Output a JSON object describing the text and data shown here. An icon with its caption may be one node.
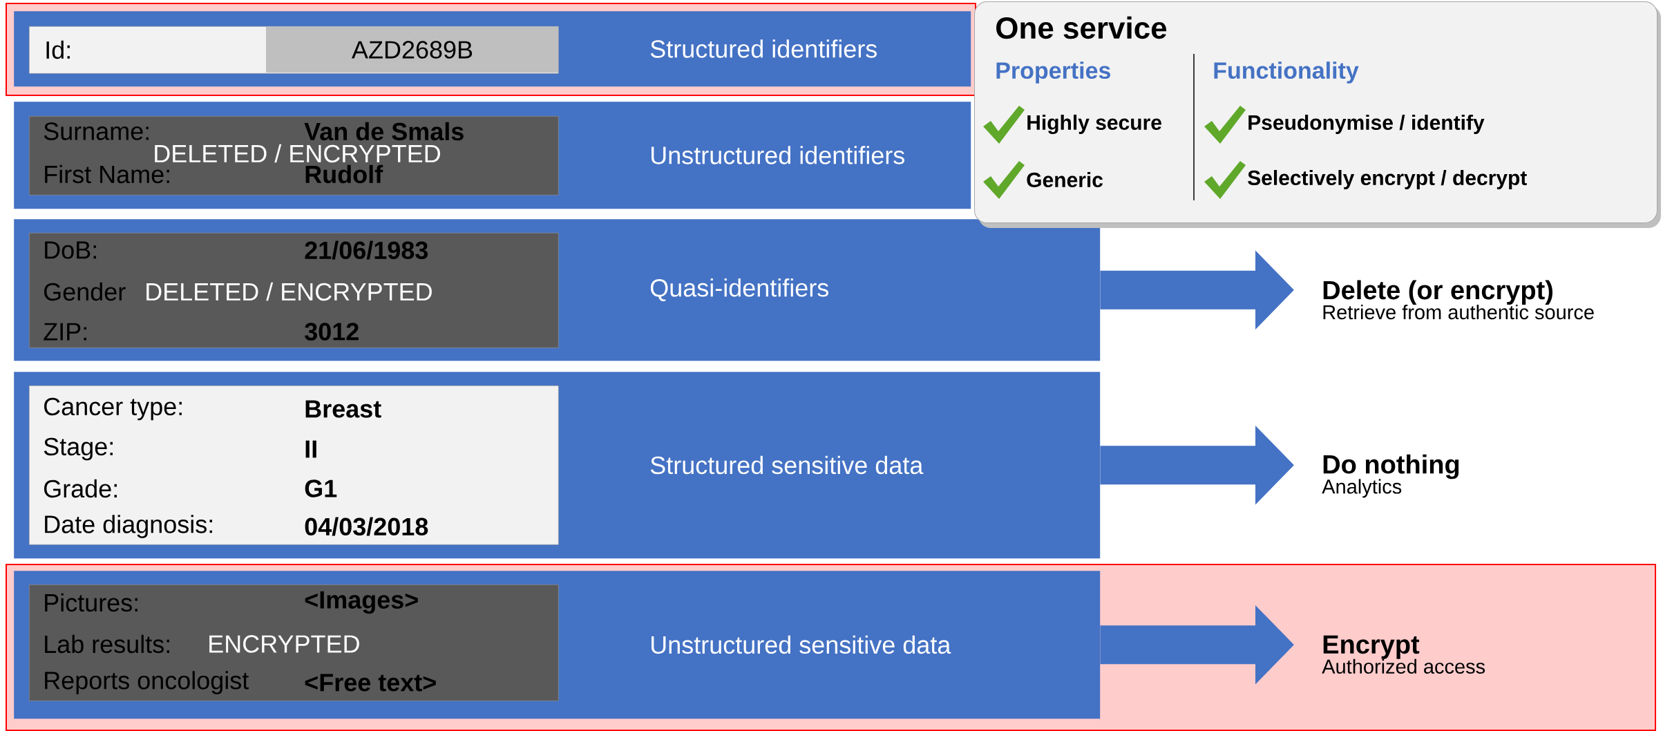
{
  "diagram": {
    "nodes": [
      {
        "text": [
          "Structured identifiers"
        ]
      },
      {
        "text": [
          "Id:",
          "AZD2689B"
        ],
        "in": 0
      },
      {
        "text": [
          "Unstructured identifiers"
        ]
      },
      {
        "text": [
          "Surname:",
          "Van de Smals",
          "DELETED / ENCRYPTED",
          "First Name:",
          "Rudolf"
        ],
        "in": 2
      },
      {
        "text": [
          "Quasi-identifiers"
        ]
      },
      {
        "text": [
          "DoB:",
          "21/06/1983",
          "Gender",
          "DELETED / ENCRYPTED",
          "ZIP:",
          "3012"
        ],
        "in": 4
      },
      {
        "text": [
          "Structured sensitive data"
        ]
      },
      {
        "text": [
          "Cancer type:",
          "Breast",
          "Stage:",
          "II",
          "Grade:",
          "G1",
          "Date diagnosis:",
          "04/03/2018"
        ],
        "in": 6
      },
      {
        "text": [
          "Unstructured sensitive data"
        ]
      },
      {
        "text": [
          "Pictures:",
          "<Images>",
          "Lab results:",
          "ENCRYPTED",
          "Reports oncologist",
          "<Free text>"
        ],
        "in": 8
      },
      {
        "text": [
          "Delete (or encrypt)",
          "Retrieve from authentic source"
        ]
      },
      {
        "text": [
          "Do nothing",
          "Analytics"
        ]
      },
      {
        "text": [
          "Encrypt",
          "Authorized access"
        ]
      },
      {
        "text": [
          "One service",
          "Properties",
          "Highly secure",
          "Generic",
          "Functionality",
          "Pseudonymise / identify",
          "Selectively encrypt / decrypt"
        ]
      }
    ],
    "edges": [
      {
        "from": 4,
        "to": 10,
        "arrow": "to"
      },
      {
        "from": 6,
        "to": 11,
        "arrow": "to"
      },
      {
        "from": 8,
        "to": 12,
        "arrow": "to"
      }
    ]
  }
}
